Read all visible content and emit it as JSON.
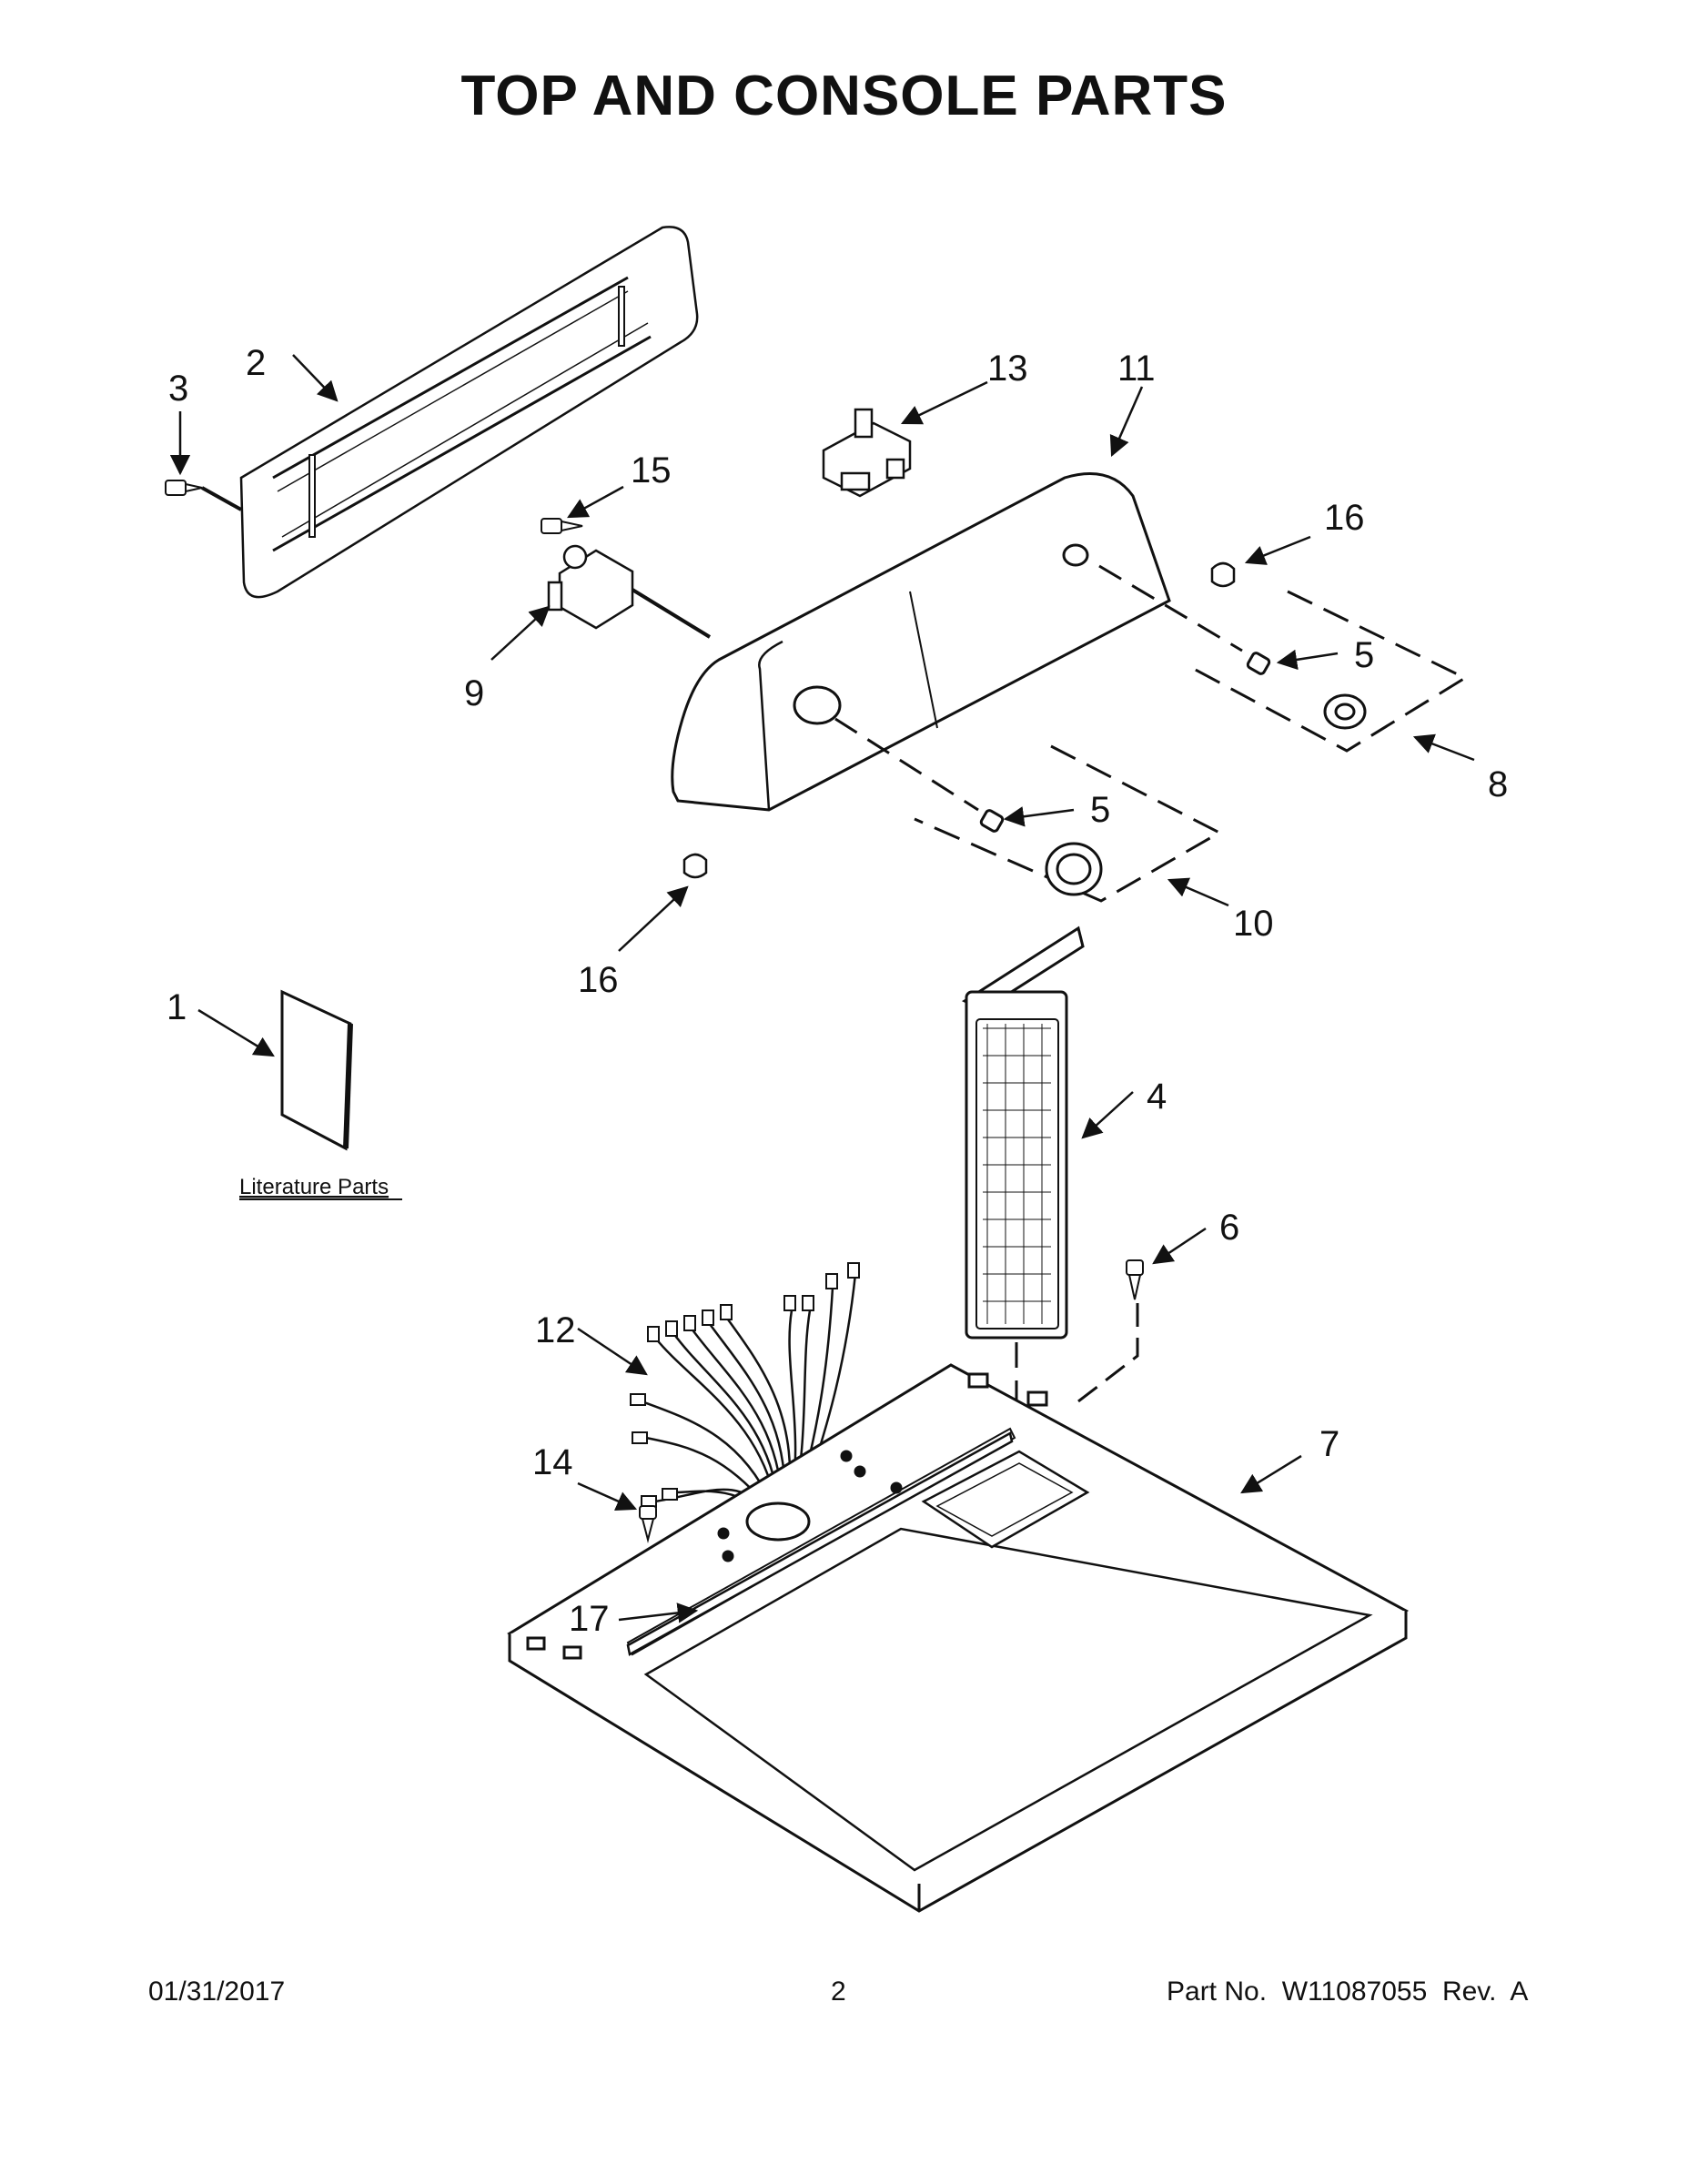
{
  "title": "TOP AND CONSOLE PARTS",
  "literature_label": "Literature Parts",
  "callouts": [
    "1",
    "2",
    "3",
    "4",
    "5",
    "5",
    "6",
    "7",
    "8",
    "9",
    "10",
    "11",
    "12",
    "13",
    "14",
    "15",
    "16",
    "16",
    "17"
  ],
  "footer": {
    "date": "01/31/2017",
    "page": "2",
    "part": "Part No.  W11087055  Rev.  A"
  }
}
